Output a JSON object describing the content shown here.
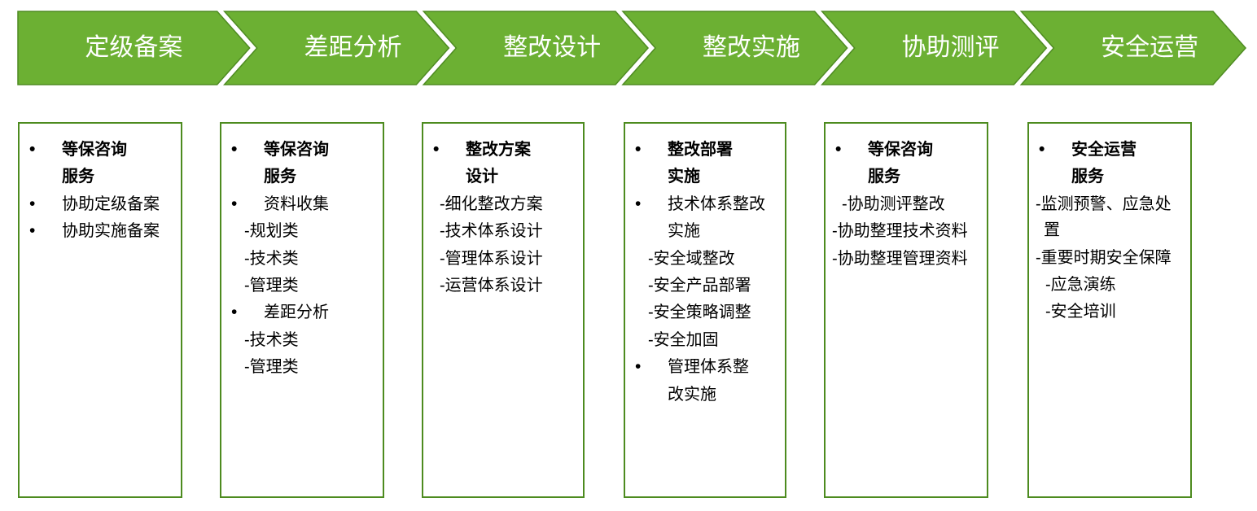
{
  "banner": {
    "fill_color": "#6CB033",
    "outline_color": "#4E8B22",
    "text_color": "#FFFFFF",
    "steps": [
      {
        "label": "定级备案"
      },
      {
        "label": "差距分析"
      },
      {
        "label": "整改设计"
      },
      {
        "label": "整改实施"
      },
      {
        "label": "协助测评"
      },
      {
        "label": "安全运营"
      }
    ]
  },
  "cards": {
    "border_color": "#4D8B1F",
    "items": [
      {
        "name": "dingji-beian",
        "lines": [
          {
            "type": "bullet",
            "bold": true,
            "text": "等保咨询"
          },
          {
            "type": "cont",
            "bold": true,
            "text": "服务"
          },
          {
            "type": "bullet",
            "bold": false,
            "text": "协助定级备案"
          },
          {
            "type": "bullet",
            "bold": false,
            "text": "协助实施备案"
          }
        ]
      },
      {
        "name": "chaju-fenxi",
        "lines": [
          {
            "type": "bullet",
            "bold": true,
            "text": "等保咨询"
          },
          {
            "type": "cont",
            "bold": true,
            "text": "服务"
          },
          {
            "type": "bullet",
            "bold": false,
            "text": "资料收集"
          },
          {
            "type": "dash",
            "bold": false,
            "text": "-规划类"
          },
          {
            "type": "dash",
            "bold": false,
            "text": "-技术类"
          },
          {
            "type": "dash",
            "bold": false,
            "text": "-管理类"
          },
          {
            "type": "bullet",
            "bold": false,
            "text": "差距分析"
          },
          {
            "type": "dash",
            "bold": false,
            "text": "-技术类"
          },
          {
            "type": "dash",
            "bold": false,
            "text": "-管理类"
          }
        ]
      },
      {
        "name": "zhenggai-sheji",
        "lines": [
          {
            "type": "bullet",
            "bold": true,
            "text": "整改方案"
          },
          {
            "type": "cont",
            "bold": true,
            "text": "设计"
          },
          {
            "type": "dash-tight",
            "bold": false,
            "text": "-细化整改方案"
          },
          {
            "type": "dash-tight",
            "bold": false,
            "text": "-技术体系设计"
          },
          {
            "type": "dash-tight",
            "bold": false,
            "text": "-管理体系设计"
          },
          {
            "type": "dash-tight",
            "bold": false,
            "text": "-运营体系设计"
          }
        ]
      },
      {
        "name": "zhenggai-shishi",
        "lines": [
          {
            "type": "bullet",
            "bold": true,
            "text": "整改部署"
          },
          {
            "type": "cont",
            "bold": true,
            "text": "实施"
          },
          {
            "type": "bullet",
            "bold": false,
            "text": "技术体系整改"
          },
          {
            "type": "cont",
            "bold": false,
            "text": "实施"
          },
          {
            "type": "dash",
            "bold": false,
            "text": "-安全域整改"
          },
          {
            "type": "dash",
            "bold": false,
            "text": "-安全产品部署"
          },
          {
            "type": "dash",
            "bold": false,
            "text": "-安全策略调整"
          },
          {
            "type": "dash",
            "bold": false,
            "text": "-安全加固"
          },
          {
            "type": "bullet",
            "bold": false,
            "text": "管理体系整"
          },
          {
            "type": "cont",
            "bold": false,
            "text": "改实施"
          }
        ]
      },
      {
        "name": "xiezhu-ceping",
        "lines": [
          {
            "type": "bullet",
            "bold": true,
            "text": "等保咨询"
          },
          {
            "type": "cont",
            "bold": true,
            "text": "服务"
          },
          {
            "type": "dash-tight",
            "bold": false,
            "text": "-协助测评整改"
          },
          {
            "type": "wrap",
            "bold": false,
            "text": "-协助整理技术资料"
          },
          {
            "type": "wrap",
            "bold": false,
            "text": "-协助整理管理资料"
          }
        ]
      },
      {
        "name": "anquan-yunying",
        "lines": [
          {
            "type": "bullet",
            "bold": true,
            "text": "安全运营"
          },
          {
            "type": "cont",
            "bold": true,
            "text": "服务"
          },
          {
            "type": "wrap",
            "bold": false,
            "text": "-监测预警、应急处置"
          },
          {
            "type": "wrap",
            "bold": false,
            "text": "-重要时期安全保障"
          },
          {
            "type": "dash-tight",
            "bold": false,
            "text": "-应急演练"
          },
          {
            "type": "dash-tight",
            "bold": false,
            "text": "-安全培训"
          }
        ]
      }
    ]
  }
}
